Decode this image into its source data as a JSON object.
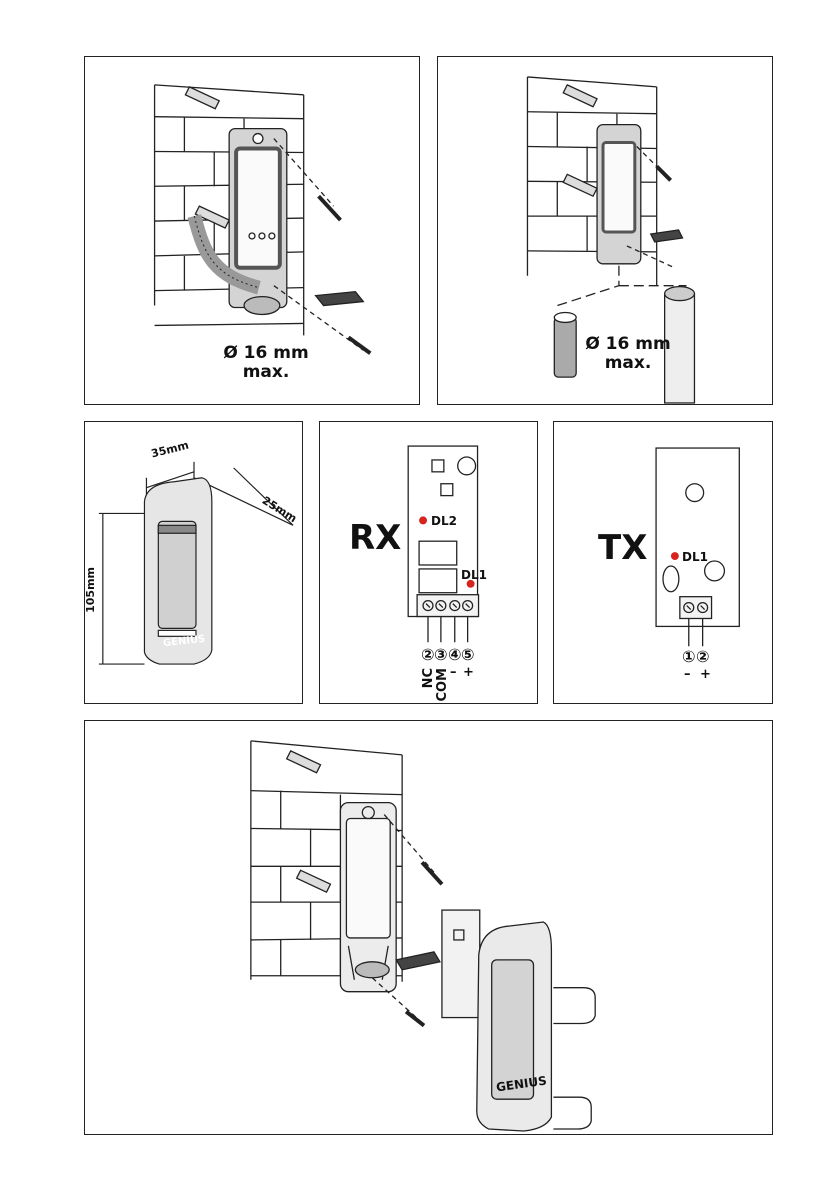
{
  "panel1": {
    "diameter": "Ø 16 mm",
    "max": "max."
  },
  "panel2": {
    "diameter": "Ø 16 mm",
    "max": "max."
  },
  "panel3": {
    "width": "35mm",
    "depth": "25mm",
    "height": "105mm",
    "brand": "GENIUS"
  },
  "panel4": {
    "title": "RX",
    "led1": "DL2",
    "led2": "DL1",
    "terminals": [
      "②",
      "③",
      "④",
      "⑤"
    ],
    "terminal_labels": [
      "NC",
      "COM",
      "–",
      "+"
    ]
  },
  "panel5": {
    "title": "TX",
    "led": "DL1",
    "terminals": [
      "①",
      "②"
    ],
    "terminal_labels": [
      "–",
      "+"
    ]
  },
  "panel6": {
    "brand": "GENIUS"
  },
  "colors": {
    "led": "#d8241f",
    "line": "#222222",
    "part": "#d9d9d9"
  }
}
